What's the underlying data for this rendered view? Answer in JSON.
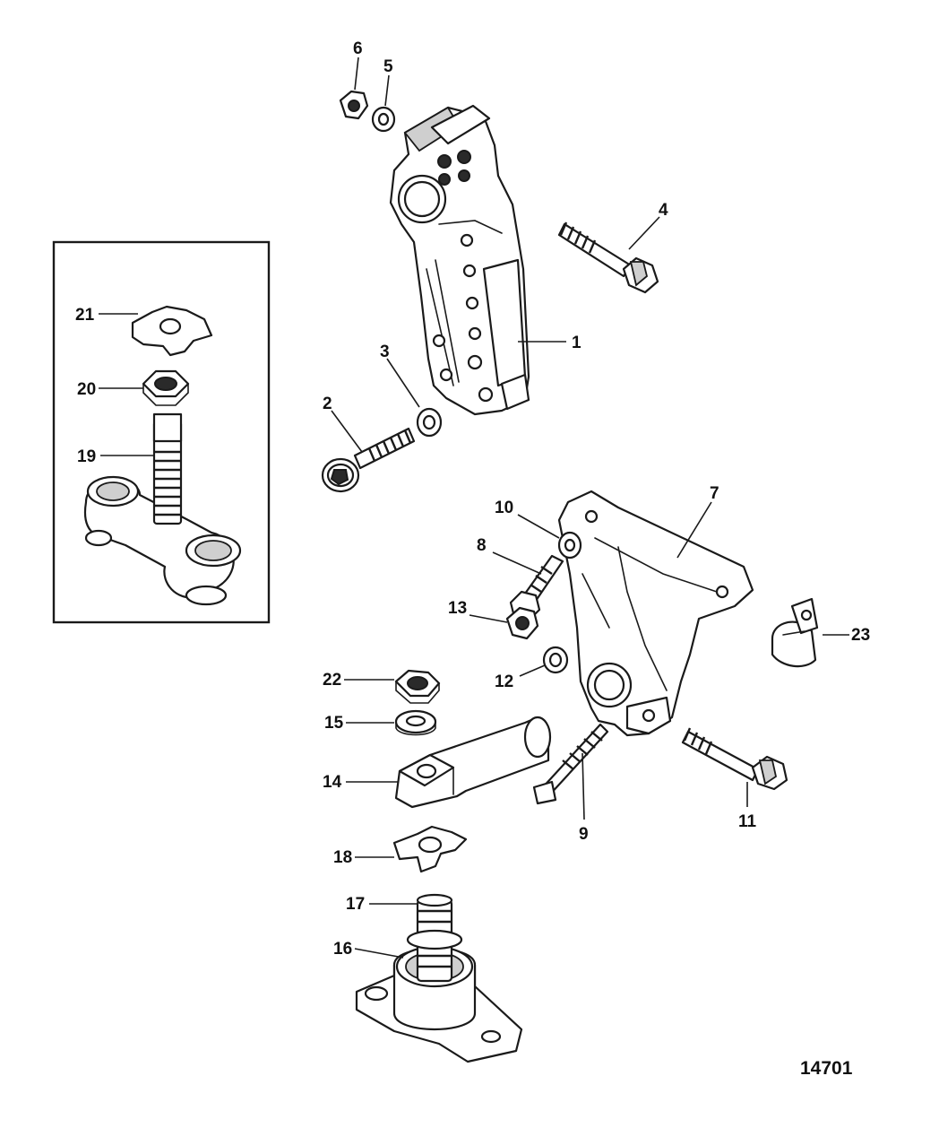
{
  "figure_number": "14701",
  "callouts": [
    {
      "id": "c1",
      "label": "1"
    },
    {
      "id": "c2",
      "label": "2"
    },
    {
      "id": "c3",
      "label": "3"
    },
    {
      "id": "c4",
      "label": "4"
    },
    {
      "id": "c5",
      "label": "5"
    },
    {
      "id": "c6",
      "label": "6"
    },
    {
      "id": "c7",
      "label": "7"
    },
    {
      "id": "c8",
      "label": "8"
    },
    {
      "id": "c9",
      "label": "9"
    },
    {
      "id": "c10",
      "label": "10"
    },
    {
      "id": "c11",
      "label": "11"
    },
    {
      "id": "c12",
      "label": "12"
    },
    {
      "id": "c13",
      "label": "13"
    },
    {
      "id": "c14",
      "label": "14"
    },
    {
      "id": "c15",
      "label": "15"
    },
    {
      "id": "c16",
      "label": "16"
    },
    {
      "id": "c17",
      "label": "17"
    },
    {
      "id": "c18",
      "label": "18"
    },
    {
      "id": "c19",
      "label": "19"
    },
    {
      "id": "c20",
      "label": "20"
    },
    {
      "id": "c21",
      "label": "21"
    },
    {
      "id": "c22",
      "label": "22"
    },
    {
      "id": "c23",
      "label": "23"
    }
  ]
}
